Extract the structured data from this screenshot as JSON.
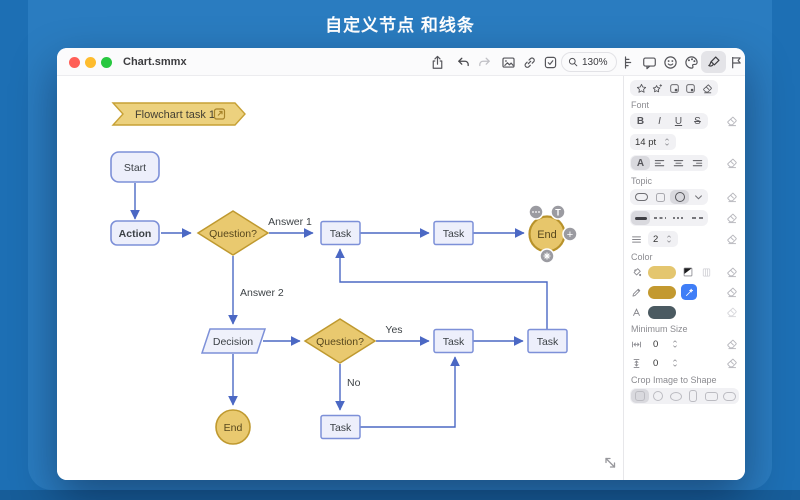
{
  "header": {
    "title": "自定义节点 和线条"
  },
  "window": {
    "title": "Chart.smmx",
    "toolbar": {
      "zoom_level": "130%"
    }
  },
  "canvas": {
    "banner": {
      "label": "Flowchart task 1"
    },
    "nodes": [
      {
        "id": "start",
        "type": "rounded-rect",
        "label": "Start"
      },
      {
        "id": "action",
        "type": "rounded-rect",
        "label": "Action"
      },
      {
        "id": "question1",
        "type": "diamond",
        "label": "Question?"
      },
      {
        "id": "task1",
        "type": "rect",
        "label": "Task"
      },
      {
        "id": "task2",
        "type": "rect",
        "label": "Task"
      },
      {
        "id": "end1",
        "type": "circle",
        "label": "End"
      },
      {
        "id": "decision",
        "type": "parallelogram",
        "label": "Decision"
      },
      {
        "id": "question2",
        "type": "diamond",
        "label": "Question?"
      },
      {
        "id": "task3",
        "type": "rect",
        "label": "Task"
      },
      {
        "id": "task4",
        "type": "rect",
        "label": "Task"
      },
      {
        "id": "end2",
        "type": "circle",
        "label": "End"
      },
      {
        "id": "task5",
        "type": "rect",
        "label": "Task"
      }
    ],
    "edge_labels": {
      "answer1": "Answer 1",
      "answer2": "Answer 2",
      "yes": "Yes",
      "no": "No"
    },
    "node_badges": {
      "text_label": "T",
      "add_label": "+"
    },
    "colors": {
      "line": "#4b68c4",
      "node_fill": "#edeffb",
      "node_stroke": "#7d90d8",
      "gold_fill": "#e9c96f",
      "gold_stroke": "#bf992f"
    }
  },
  "sidebar": {
    "font": {
      "label": "Font",
      "bold": "B",
      "italic": "I",
      "underline": "U",
      "strikethrough": "S",
      "size": "14 pt",
      "autosize": "A"
    },
    "topic": {
      "label": "Topic",
      "line_width": "2"
    },
    "color": {
      "label": "Color",
      "fill_swatch": "#e4c66f",
      "stroke_swatch": "#c3992f",
      "text_swatch": "#4b5a61",
      "accent": "#3f7ef7"
    },
    "minimum_size": {
      "label": "Minimum Size",
      "width": "0",
      "height": "0"
    },
    "crop": {
      "label": "Crop Image to Shape"
    }
  }
}
